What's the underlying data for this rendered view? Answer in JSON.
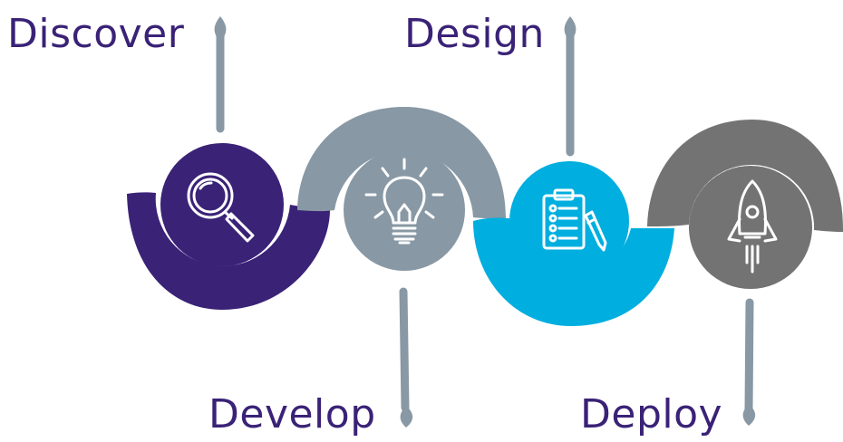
{
  "colors": {
    "purple": "#3a2277",
    "gray_blue": "#8898a4",
    "cyan": "#00aedf",
    "dark_gray": "#737373",
    "pin": "#8898a4",
    "label_text": "#3a2277",
    "icon_stroke": "#ffffff"
  },
  "steps": [
    {
      "label": "Discover",
      "icon": "magnifying-glass-icon",
      "color_key": "purple"
    },
    {
      "label": "Develop",
      "icon": "lightbulb-icon",
      "color_key": "gray_blue"
    },
    {
      "label": "Design",
      "icon": "clipboard-checklist-icon",
      "color_key": "cyan"
    },
    {
      "label": "Deploy",
      "icon": "rocket-icon",
      "color_key": "dark_gray"
    }
  ]
}
